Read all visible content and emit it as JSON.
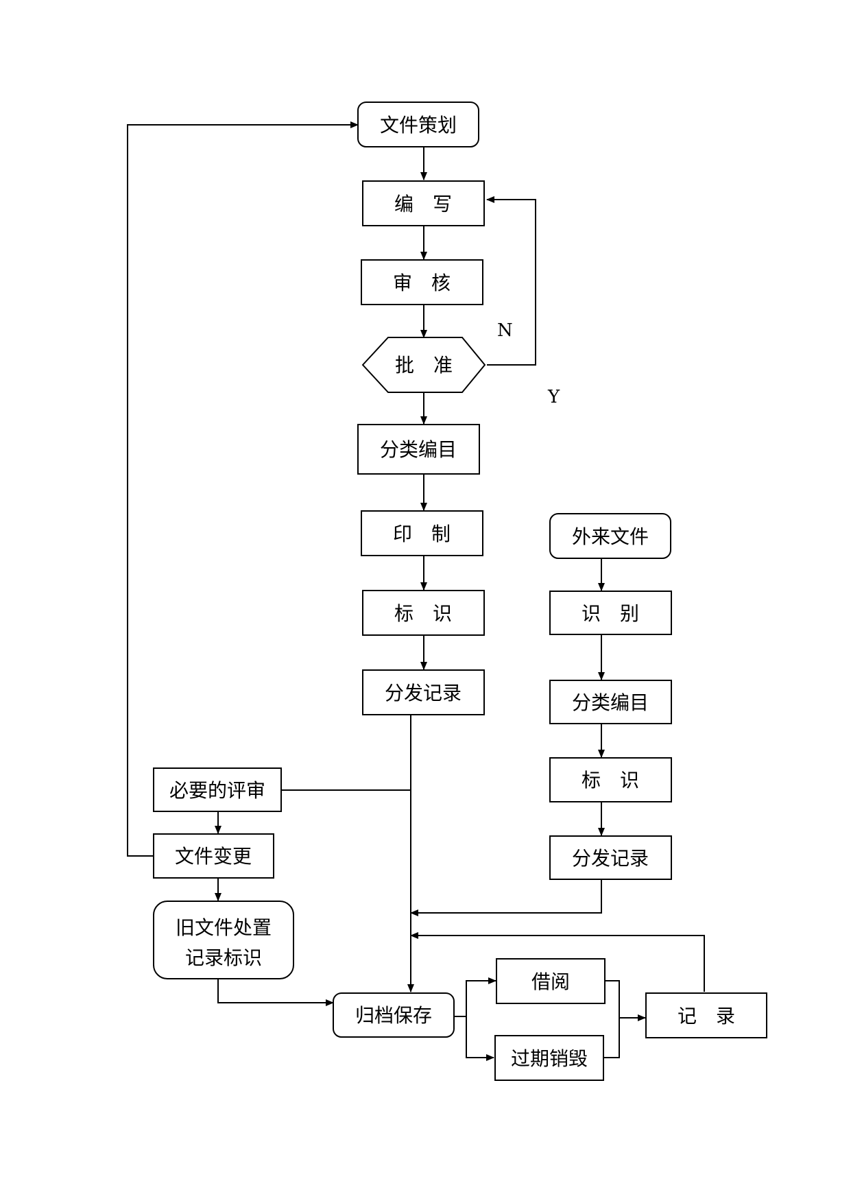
{
  "diagram": {
    "nodes": {
      "planning": "文件策划",
      "writing": "编　写",
      "review": "审　核",
      "approve": "批　准",
      "classify": "分类编目",
      "print": "印　制",
      "mark": "标　识",
      "distribute": "分发记录",
      "external": "外来文件",
      "identify": "识　别",
      "ext_classify": "分类编目",
      "ext_mark": "标　识",
      "ext_distribute": "分发记录",
      "necessary_review": "必要的评审",
      "change": "文件变更",
      "old_doc_line1": "旧文件处置",
      "old_doc_line2": "记录标识",
      "archive": "归档保存",
      "borrow": "借阅",
      "destroy": "过期销毁",
      "record": "记　录"
    },
    "branch_labels": {
      "no": "N",
      "yes": "Y"
    }
  }
}
